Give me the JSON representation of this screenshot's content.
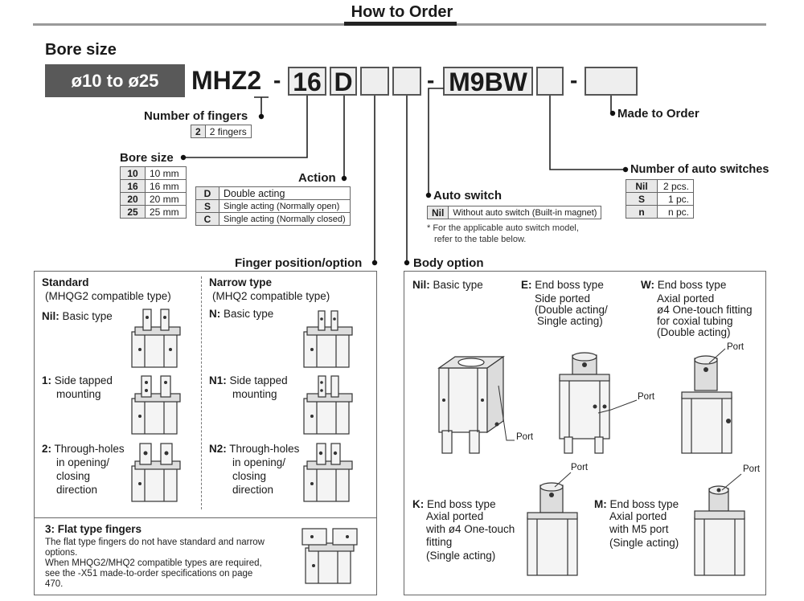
{
  "header": {
    "title": "How to Order"
  },
  "bore_header": {
    "label": "Bore size",
    "range": "ø10 to ø25"
  },
  "model": {
    "prefix": "MHZ2",
    "bore_code": "16",
    "action_code": "D",
    "switch_code": "M9BW",
    "dash": "-"
  },
  "made_to_order": {
    "label": "Made to Order"
  },
  "number_of_fingers": {
    "label": "Number of fingers",
    "rows": [
      {
        "code": "2",
        "desc": "2 fingers"
      }
    ]
  },
  "bore_size": {
    "label": "Bore size",
    "rows": [
      {
        "code": "10",
        "desc": "10 mm"
      },
      {
        "code": "16",
        "desc": "16 mm"
      },
      {
        "code": "20",
        "desc": "20 mm"
      },
      {
        "code": "25",
        "desc": "25 mm"
      }
    ]
  },
  "action": {
    "label": "Action",
    "rows": [
      {
        "code": "D",
        "desc": "Double acting"
      },
      {
        "code": "S",
        "desc": "Single acting (Normally open)"
      },
      {
        "code": "C",
        "desc": "Single acting (Normally closed)"
      }
    ]
  },
  "auto_switch": {
    "label": "Auto switch",
    "rows": [
      {
        "code": "Nil",
        "desc": "Without auto switch (Built-in magnet)"
      }
    ],
    "note_line1": "* For the applicable auto switch model,",
    "note_line2": "refer to the table below."
  },
  "number_of_auto_switches": {
    "label": "Number of auto switches",
    "rows": [
      {
        "code": "Nil",
        "desc": "2 pcs."
      },
      {
        "code": "S",
        "desc": "1 pc."
      },
      {
        "code": "n",
        "desc": "n pc."
      }
    ]
  },
  "finger_option": {
    "label": "Finger position/option",
    "standard_title": "Standard",
    "standard_sub": "(MHQG2 compatible type)",
    "narrow_title": "Narrow type",
    "narrow_sub": "(MHQ2 compatible type)",
    "std_nil_code": "Nil:",
    "std_nil_desc": "Basic type",
    "std_1_code": "1:",
    "std_1_l1": "Side tapped",
    "std_1_l2": "mounting",
    "std_2_code": "2:",
    "std_2_l1": "Through-holes",
    "std_2_l2": "in opening/",
    "std_2_l3": "closing",
    "std_2_l4": "direction",
    "nar_n_code": "N:",
    "nar_n_desc": "Basic type",
    "nar_n1_code": "N1:",
    "nar_n1_l1": "Side tapped",
    "nar_n1_l2": "mounting",
    "nar_n2_code": "N2:",
    "nar_n2_l1": "Through-holes",
    "nar_n2_l2": "in opening/",
    "nar_n2_l3": "closing",
    "nar_n2_l4": "direction",
    "flat_title": "3: Flat type fingers",
    "flat_l1": "The flat type fingers do not have standard and narrow",
    "flat_l2": "options.",
    "flat_l3": "When MHQG2/MHQ2 compatible types are required,",
    "flat_l4": "see the -X51 made-to-order specifications on page",
    "flat_l5": "470."
  },
  "body_option": {
    "label": "Body option",
    "nil_code": "Nil:",
    "nil_desc": "Basic type",
    "e_code": "E:",
    "e_l1": "End boss type",
    "e_l2": "Side ported",
    "e_l3": "(Double acting/",
    "e_l4": "Single acting)",
    "w_code": "W:",
    "w_l1": "End boss type",
    "w_l2": "Axial ported",
    "w_l3": "ø4 One-touch fitting",
    "w_l4": "for coxial tubing",
    "w_l5": "(Double acting)",
    "k_code": "K:",
    "k_l1": "End boss type",
    "k_l2": "Axial ported",
    "k_l3": "with ø4 One-touch",
    "k_l4": "fitting",
    "k_l5": "(Single acting)",
    "m_code": "M:",
    "m_l1": "End boss type",
    "m_l2": "Axial ported",
    "m_l3": "with M5 port",
    "m_l4": "(Single acting)",
    "port_label": "Port"
  }
}
